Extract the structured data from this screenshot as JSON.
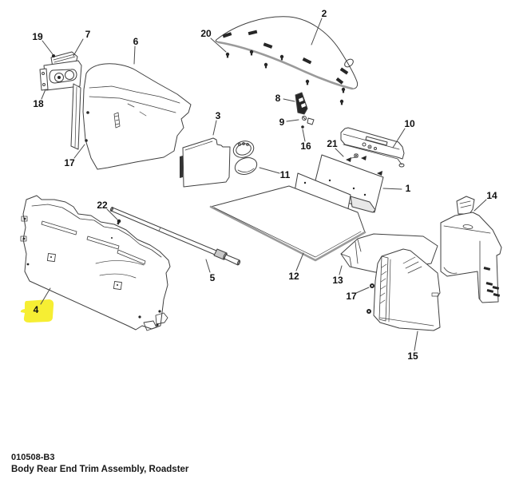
{
  "window": {
    "background": "#ffffff"
  },
  "diagram": {
    "type": "exploded-parts-diagram",
    "figure_code": "010508-B3",
    "caption": "Body Rear End Trim Assembly, Roadster",
    "highlighted_callout": "4",
    "colors": {
      "line": "#3f3f3f",
      "shade": "#9a9a9a",
      "highlight": "#f6ee33",
      "dark_fill": "#262626"
    },
    "callouts": [
      {
        "label": "19"
      },
      {
        "label": "7"
      },
      {
        "label": "6"
      },
      {
        "label": "20"
      },
      {
        "label": "2"
      },
      {
        "label": "18"
      },
      {
        "label": "17"
      },
      {
        "label": "3"
      },
      {
        "label": "8"
      },
      {
        "label": "9"
      },
      {
        "label": "16"
      },
      {
        "label": "21"
      },
      {
        "label": "10"
      },
      {
        "label": "11"
      },
      {
        "label": "1"
      },
      {
        "label": "14"
      },
      {
        "label": "22"
      },
      {
        "label": "4"
      },
      {
        "label": "5"
      },
      {
        "label": "12"
      },
      {
        "label": "13"
      },
      {
        "label": "17"
      },
      {
        "label": "15"
      }
    ]
  }
}
